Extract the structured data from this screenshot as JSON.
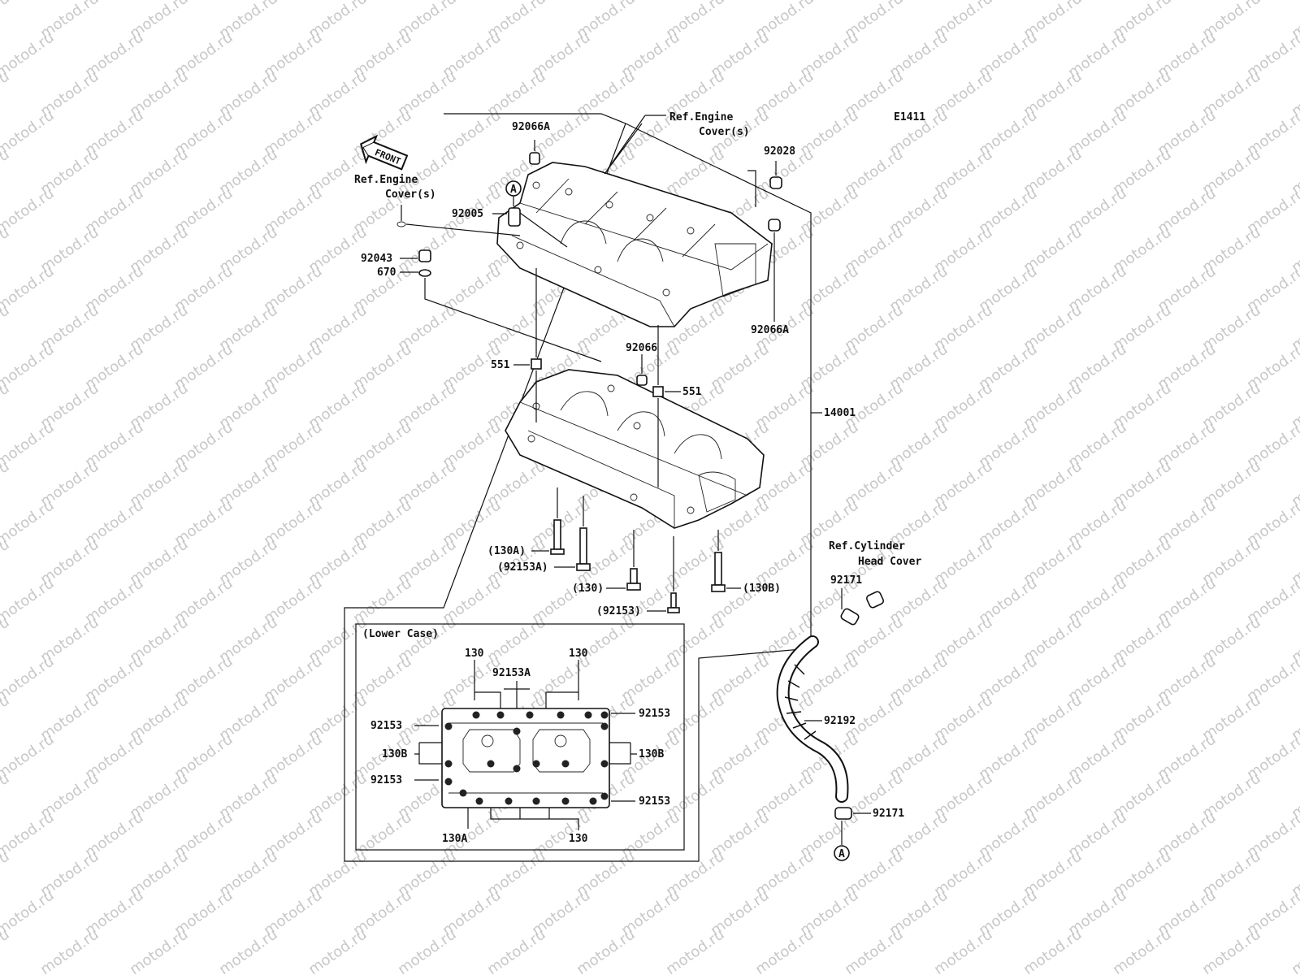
{
  "diagram_code": "E1411",
  "front_label": "FRONT",
  "watermark": "motod.ru",
  "refs": {
    "engine_cover_top": [
      "Ref.Engine",
      "Cover(s)"
    ],
    "engine_cover_left": [
      "Ref.Engine",
      "Cover(s)"
    ],
    "cylinder_head_cover": [
      "Ref.Cylinder",
      "Head Cover"
    ]
  },
  "callouts": {
    "a1": "A",
    "a2": "A"
  },
  "parts": {
    "p92066A_top": "92066A",
    "p92028": "92028",
    "p92043": "92043",
    "p670": "670",
    "p92005": "92005",
    "p92066A_right": "92066A",
    "p92066": "92066",
    "p551_left": "551",
    "p551_right": "551",
    "p14001": "14001",
    "p130A": "(130A)",
    "p92153A": "(92153A)",
    "p130": "(130)",
    "p92153": "(92153)",
    "p130B": "(130B)",
    "p92171_top": "92171",
    "p92192": "92192",
    "p92171_bottom": "92171"
  },
  "lower_case": {
    "title": "(Lower Case)",
    "labels": {
      "l130_tl": "130",
      "l92153A": "92153A",
      "l130_tr": "130",
      "l92153_left1": "92153",
      "l130B_left": "130B",
      "l92153_left2": "92153",
      "l92153_right1": "92153",
      "l130B_right": "130B",
      "l92153_right2": "92153",
      "l130A_bottom": "130A",
      "l130_bottom": "130"
    }
  }
}
